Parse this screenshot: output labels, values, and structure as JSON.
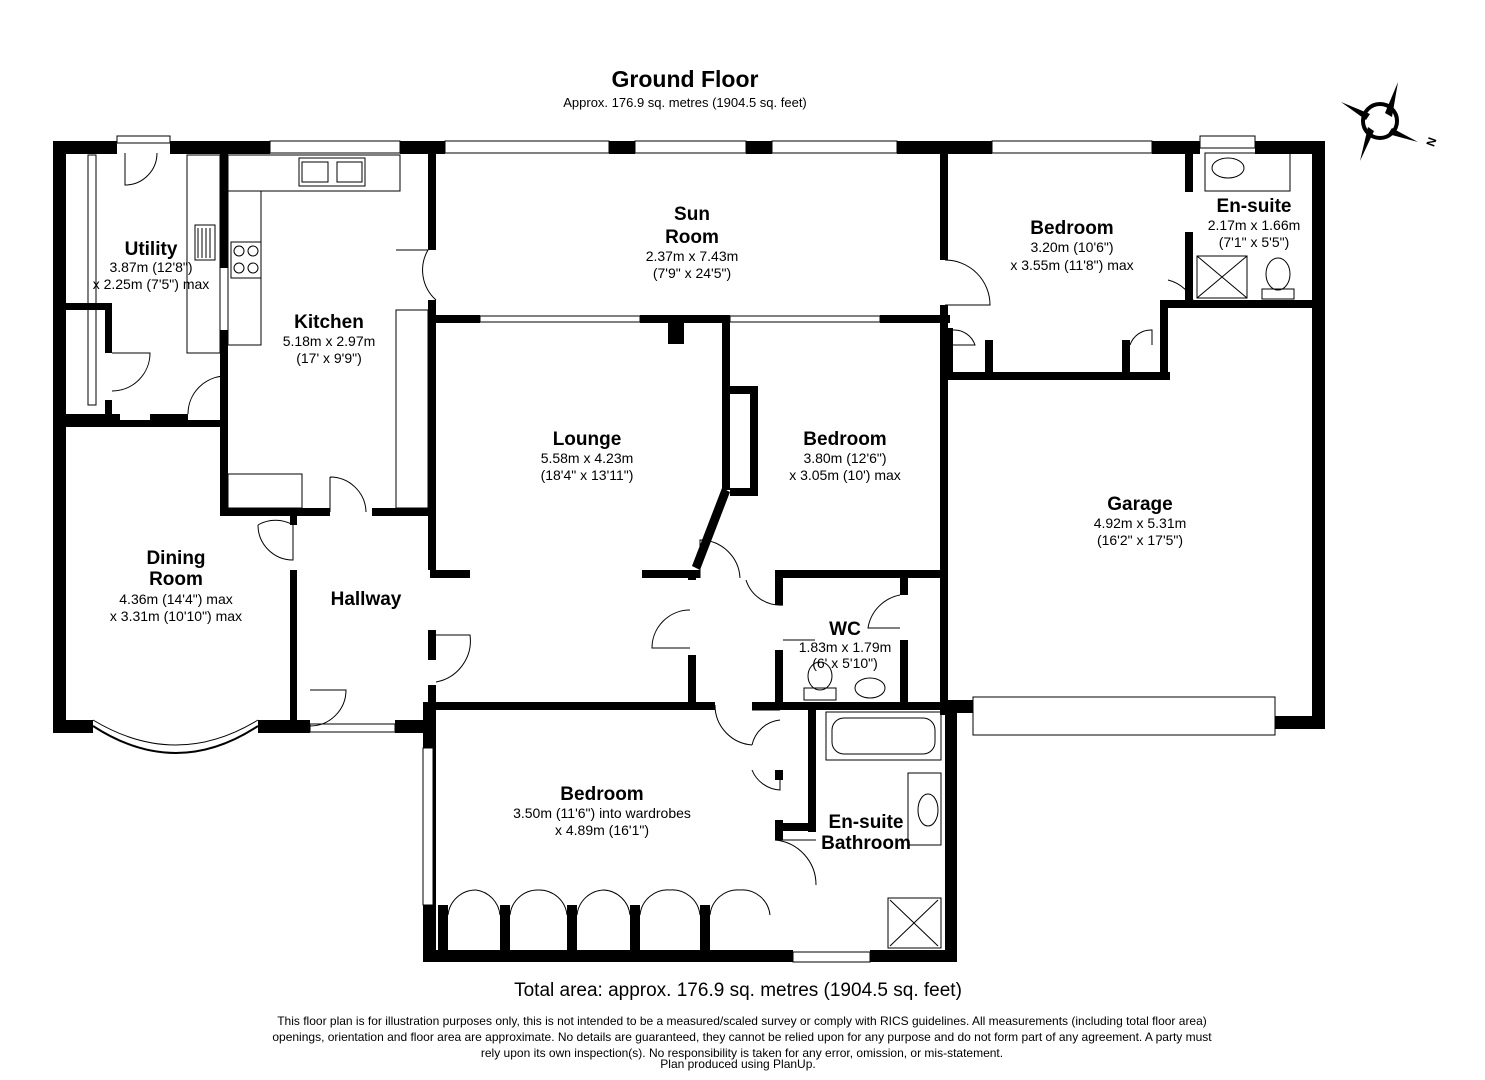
{
  "header": {
    "title": "Ground Floor",
    "subtitle": "Approx. 176.9 sq. metres (1904.5 sq. feet)"
  },
  "compass": {
    "label": "N"
  },
  "rooms": {
    "utility": {
      "name": "Utility",
      "dims": [
        "3.87m (12'8\")",
        "x 2.25m (7'5\") max"
      ]
    },
    "kitchen": {
      "name": "Kitchen",
      "dims": [
        "5.18m x 2.97m",
        "(17' x 9'9\")"
      ]
    },
    "sun_room": {
      "name": [
        "Sun",
        "Room"
      ],
      "dims": [
        "2.37m x 7.43m",
        "(7'9\" x 24'5\")"
      ]
    },
    "bedroom_ne": {
      "name": "Bedroom",
      "dims": [
        "3.20m (10'6\")",
        "x 3.55m (11'8\") max"
      ]
    },
    "ensuite_ne": {
      "name": "En-suite",
      "dims": [
        "2.17m x 1.66m",
        "(7'1\" x 5'5\")"
      ]
    },
    "lounge": {
      "name": "Lounge",
      "dims": [
        "5.58m x 4.23m",
        "(18'4\" x 13'11\")"
      ]
    },
    "bedroom_mid": {
      "name": "Bedroom",
      "dims": [
        "3.80m (12'6\")",
        "x 3.05m (10') max"
      ]
    },
    "garage": {
      "name": "Garage",
      "dims": [
        "4.92m x 5.31m",
        "(16'2\" x 17'5\")"
      ]
    },
    "dining": {
      "name": [
        "Dining",
        "Room"
      ],
      "dims": [
        "4.36m (14'4\") max",
        "x 3.31m (10'10\") max"
      ]
    },
    "hallway": {
      "name": "Hallway"
    },
    "wc": {
      "name": "WC",
      "dims": [
        "1.83m x 1.79m",
        "(6' x 5'10\")"
      ]
    },
    "bedroom_s": {
      "name": "Bedroom",
      "dims": [
        "3.50m (11'6\") into wardrobes",
        "x 4.89m (16'1\")"
      ]
    },
    "ensuite_bath": {
      "name": [
        "En-suite",
        "Bathroom"
      ]
    }
  },
  "footer": {
    "total_area": "Total area: approx. 176.9 sq. metres (1904.5 sq. feet)",
    "disclaimer": "This floor plan is for illustration purposes only, this is not intended to be a measured/scaled survey or comply with RICS guidelines. All measurements (including total floor area) openings, orientation and floor area are approximate. No details are guaranteed, they cannot be relied upon for any purpose and do not form part of any agreement. A party must rely upon its own inspection(s). No responsibility is taken for any error, omission, or mis-statement.",
    "credit": "Plan produced using PlanUp."
  }
}
